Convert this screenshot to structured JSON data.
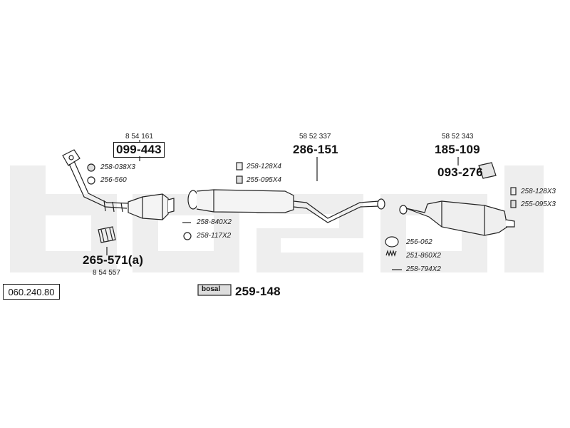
{
  "watermark_logo": "bosal",
  "diagram_id": "060.240.80",
  "parts": {
    "front_pipe": {
      "ref": "8 54 161",
      "number": "099-443"
    },
    "front_gasket": {
      "number": "258-038X3"
    },
    "front_ring": {
      "number": "256-560"
    },
    "flex_sleeve": {
      "number": "265-571(a)",
      "ref": "8 54 557"
    },
    "clamp_bolt": {
      "number": "258-840X2"
    },
    "clamp_ring": {
      "number": "258-117X2"
    },
    "mid_bracket_a": {
      "number": "258-128X4"
    },
    "mid_bracket_b": {
      "number": "255-095X4"
    },
    "mid_pipe": {
      "ref": "58 52 337",
      "number": "286-151"
    },
    "rear_silencer": {
      "ref": "58 52 343",
      "number": "185-109"
    },
    "rear_hanger": {
      "number": "093-276"
    },
    "rear_bracket_a": {
      "number": "258-128X3"
    },
    "rear_bracket_b": {
      "number": "255-095X3"
    },
    "rear_gasket": {
      "number": "256-062"
    },
    "rear_spring": {
      "number": "251-860X2"
    },
    "rear_bolt": {
      "number": "258-794X2"
    },
    "mounting_kit": {
      "logo": "bosal",
      "number": "259-148"
    }
  }
}
